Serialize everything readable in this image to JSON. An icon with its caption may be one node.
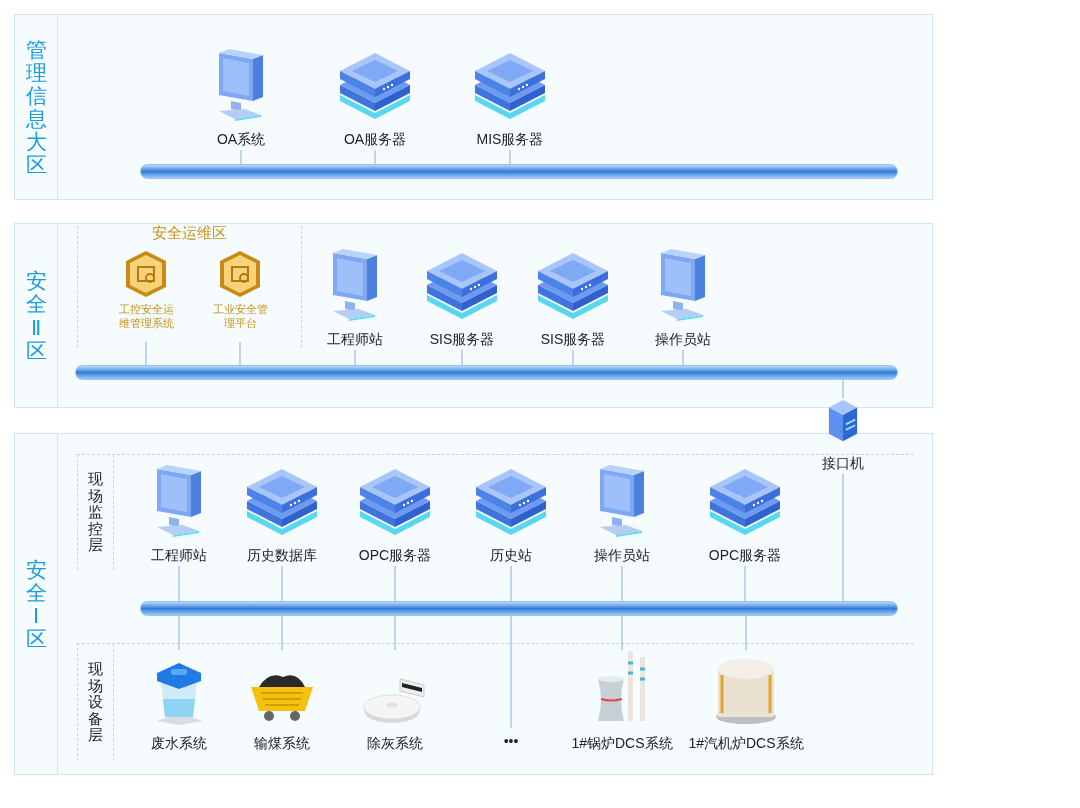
{
  "diagram": {
    "nodes": [
      {
        "text": [
          "管理信息大区"
        ]
      },
      {
        "text": [
          "OA系统"
        ],
        "in": 0
      },
      {
        "text": [
          "OA服务器"
        ],
        "in": 0
      },
      {
        "text": [
          "MIS服务器"
        ],
        "in": 0
      },
      {
        "text": [],
        "shape": "bar",
        "in": 0
      },
      {
        "text": [
          "安全Ⅱ区"
        ]
      },
      {
        "text": [
          "安全运维区"
        ],
        "in": 5
      },
      {
        "text": [
          "工控安全运维管理系统"
        ],
        "in": 6
      },
      {
        "text": [
          "工业安全管理平台"
        ],
        "in": 6
      },
      {
        "text": [
          "工程师站"
        ],
        "in": 5
      },
      {
        "text": [
          "SIS服务器"
        ],
        "in": 5
      },
      {
        "text": [
          "SIS服务器"
        ],
        "in": 5
      },
      {
        "text": [
          "操作员站"
        ],
        "in": 5
      },
      {
        "text": [],
        "shape": "bar",
        "in": 5
      },
      {
        "text": [
          "接口机"
        ]
      },
      {
        "text": [
          "安全Ⅰ区"
        ]
      },
      {
        "text": [
          "现场监控层"
        ],
        "in": 15
      },
      {
        "text": [
          "工程师站"
        ],
        "in": 16
      },
      {
        "text": [
          "历史数据库"
        ],
        "in": 16
      },
      {
        "text": [
          "OPC服务器"
        ],
        "in": 16
      },
      {
        "text": [
          "历史站"
        ],
        "in": 16
      },
      {
        "text": [
          "操作员站"
        ],
        "in": 16
      },
      {
        "text": [
          "OPC服务器"
        ],
        "in": 16
      },
      {
        "text": [],
        "shape": "bar",
        "in": 15
      },
      {
        "text": [
          "现场设备层"
        ],
        "in": 15
      },
      {
        "text": [
          "废水系统"
        ],
        "in": 24
      },
      {
        "text": [
          "输煤系统"
        ],
        "in": 24
      },
      {
        "text": [
          "除灰系统"
        ],
        "in": 24
      },
      {
        "text": [
          "•••"
        ],
        "in": 24
      },
      {
        "text": [
          "1#锅炉DCS系统"
        ],
        "in": 24
      },
      {
        "text": [
          "1#汽机炉DCS系统"
        ],
        "in": 24
      }
    ],
    "edges": [
      {
        "from": 1,
        "to": 4,
        "arrow": "none"
      },
      {
        "from": 2,
        "to": 4,
        "arrow": "none"
      },
      {
        "from": 3,
        "to": 4,
        "arrow": "none"
      },
      {
        "from": 7,
        "to": 13,
        "arrow": "none"
      },
      {
        "from": 8,
        "to": 13,
        "arrow": "none"
      },
      {
        "from": 9,
        "to": 13,
        "arrow": "none"
      },
      {
        "from": 10,
        "to": 13,
        "arrow": "none"
      },
      {
        "from": 11,
        "to": 13,
        "arrow": "none"
      },
      {
        "from": 12,
        "to": 13,
        "arrow": "none"
      },
      {
        "from": 13,
        "to": 14,
        "arrow": "none"
      },
      {
        "from": 14,
        "to": 23,
        "arrow": "none"
      },
      {
        "from": 17,
        "to": 23,
        "arrow": "none"
      },
      {
        "from": 18,
        "to": 23,
        "arrow": "none"
      },
      {
        "from": 19,
        "to": 23,
        "arrow": "none"
      },
      {
        "from": 20,
        "to": 23,
        "arrow": "none"
      },
      {
        "from": 21,
        "to": 23,
        "arrow": "none"
      },
      {
        "from": 22,
        "to": 23,
        "arrow": "none"
      },
      {
        "from": 23,
        "to": 25,
        "arrow": "none"
      },
      {
        "from": 23,
        "to": 26,
        "arrow": "none"
      },
      {
        "from": 23,
        "to": 27,
        "arrow": "none"
      },
      {
        "from": 23,
        "to": 28,
        "arrow": "none"
      },
      {
        "from": 23,
        "to": 29,
        "arrow": "none"
      },
      {
        "from": 23,
        "to": 30,
        "arrow": "none"
      }
    ]
  }
}
